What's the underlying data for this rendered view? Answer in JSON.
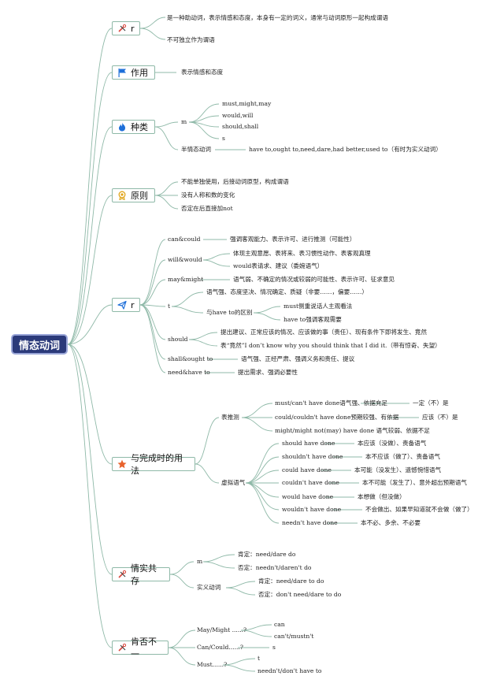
{
  "root": "情态动词",
  "c1": {
    "label": "r",
    "items": [
      "是一种助动词，表示情感和态度，本身有一定的词义，通常与动词原形一起构成谓语",
      "不可独立作为谓语"
    ]
  },
  "c2": {
    "label": "作用",
    "items": [
      "表示情感和态度"
    ]
  },
  "c3": {
    "label": "种类",
    "m": "m",
    "m_items": [
      "must,might,may",
      "would,will",
      "should,shall",
      "s"
    ],
    "semi": "半情态动词",
    "semi_desc": "have to,ought to,need,dare,had better,used to（有时为实义动词）"
  },
  "c4": {
    "label": "原则",
    "items": [
      "不能单独使用，后接动词原型，构成谓语",
      "没有人称和数的变化",
      "否定在后直接加not"
    ]
  },
  "c5": {
    "label": "r",
    "can": {
      "k": "can&could",
      "v": "强调客观能力、表示许可、进行推测（可能性）"
    },
    "will": {
      "k": "will&would",
      "v1": "体现主观意愿、表将来、表习惯性动作、表客观真理",
      "v2": "would表请求、建议（委婉语气）"
    },
    "may": {
      "k": "may&might",
      "v": "语气弱、不确定的情况或较弱的可能性、表示许可、征求意见"
    },
    "t": {
      "k": "t",
      "v1": "语气强、态度坚决、情况确定、质疑（非要……，偏要……）",
      "v2": "与have to的区别",
      "v2a": "must侧重说话人主观看法",
      "v2b": "have to强调客观需要"
    },
    "should": {
      "k": "should",
      "v1": "提出建议、正常应该的情况、应该做的事（责任）、现有条件下即将发生、竟然",
      "v2": "表“竟然”I don’t know why you should think that I did it.（带有惊奇、失望）"
    },
    "shall": {
      "k": "shall&ought to",
      "v": "语气强、正经严肃、强调义务和责任、提议"
    },
    "need": {
      "k": "need&have to",
      "v": "提出需求、强调必要性"
    }
  },
  "c6": {
    "label": "与完成时的用法",
    "g1": "表推测",
    "g1_items": [
      {
        "k": "must/can't have done语气强、依据充足",
        "v": "一定（不）是"
      },
      {
        "k": "could/couldn't have done预期较强、有依据",
        "v": "应该（不）是"
      },
      {
        "k": "might/might not(may) have done 语气较弱、依据不足",
        "v": ""
      }
    ],
    "g2": "虚拟语气",
    "g2_items": [
      {
        "k": "should have done",
        "v": "本应该（没做）、责备语气"
      },
      {
        "k": "shouldn't have done",
        "v": "本不应该（做了）、责备语气"
      },
      {
        "k": "could have done",
        "v": "本可能（没发生）、遗憾惋惜语气"
      },
      {
        "k": "couldn't have done",
        "v": "本不可能（发生了）、意外超出预期语气"
      },
      {
        "k": "would have done",
        "v": "本想做（但没做）"
      },
      {
        "k": "wouldn't have done",
        "v": "不会做出、如果早知道就不会做（做了）"
      },
      {
        "k": "needn't have done",
        "v": "本不必、多余、不必要"
      }
    ]
  },
  "c7": {
    "label": "情实共存",
    "m": "m",
    "m1": "肯定：need/dare do",
    "m2": "否定：needn't/daren't do",
    "v": "实义动词",
    "v1": "肯定：need/dare to do",
    "v2": "否定：don't need/dare to do"
  },
  "c8": {
    "label": "肯否不一",
    "a": "May/Might ......?",
    "a1": "can",
    "a2": "can't/mustn't",
    "b": "Can/Could......?",
    "b1": "s",
    "c": "Must......?",
    "c1": "t",
    "c2": "needn't/don't have to"
  }
}
